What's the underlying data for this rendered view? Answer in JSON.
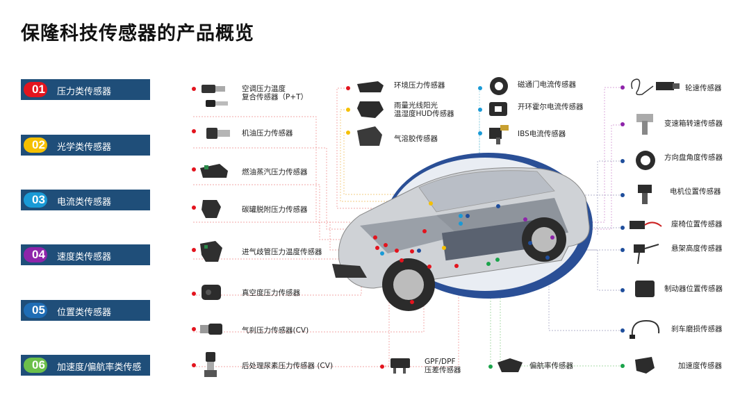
{
  "title": "保隆科技传感器的产品概览",
  "colors": {
    "red": "#e3141e",
    "yellow": "#f5c000",
    "blue": "#1a9ad6",
    "purple": "#8e24aa",
    "darkblue": "#1f4e9c",
    "green": "#1aa34a",
    "cat_bg": "#1f4e79"
  },
  "categories": [
    {
      "num": "01",
      "label": "压力类传感器",
      "color": "#e3141e"
    },
    {
      "num": "02",
      "label": "光学类传感器",
      "color": "#f5c000"
    },
    {
      "num": "03",
      "label": "电流类传感器",
      "color": "#1a9ad6"
    },
    {
      "num": "04",
      "label": "速度类传感器",
      "color": "#8e24aa"
    },
    {
      "num": "05",
      "label": "位置类传感器",
      "color": "#1f6db5"
    },
    {
      "num": "06",
      "label": "加速度/偏航率类传感器",
      "color": "#6cc04a"
    }
  ],
  "left_items": [
    {
      "line1": "空调压力温度",
      "line2": "复合传感器（P+T）",
      "icon": "ac-pressure-temp-sensor-icon"
    },
    {
      "line1": "机油压力传感器",
      "line2": "",
      "icon": "oil-pressure-sensor-icon"
    },
    {
      "line1": "燃油蒸汽压力传感器",
      "line2": "",
      "icon": "fuel-vapor-sensor-icon"
    },
    {
      "line1": "碳罐脱附压力传感器",
      "line2": "",
      "icon": "canister-sensor-icon"
    },
    {
      "line1": "进气歧管压力温度传感器",
      "line2": "",
      "icon": "intake-manifold-sensor-icon"
    },
    {
      "line1": "真空度压力传感器",
      "line2": "",
      "icon": "vacuum-sensor-icon"
    },
    {
      "line1": "气刹压力传感器(CV)",
      "line2": "",
      "icon": "air-brake-sensor-icon"
    },
    {
      "line1": "后处理尿素压力传感器 (CV)",
      "line2": "",
      "icon": "urea-sensor-icon"
    }
  ],
  "top_mid_items": [
    {
      "line1": "环境压力传感器",
      "line2": "",
      "icon": "ambient-pressure-sensor-icon"
    },
    {
      "line1": "雨量光线阳光",
      "line2": "温湿度HUD传感器",
      "icon": "rain-light-sensor-icon"
    },
    {
      "line1": "气溶胶传感器",
      "line2": "",
      "icon": "aerosol-sensor-icon"
    }
  ],
  "top_right_items": [
    {
      "line1": "磁通门电流传感器",
      "icon": "fluxgate-sensor-icon"
    },
    {
      "line1": "开环霍尔电流传感器",
      "icon": "hall-current-sensor-icon"
    },
    {
      "line1": "IBS电流传感器",
      "icon": "ibs-sensor-icon"
    }
  ],
  "right_items": [
    {
      "label": "轮速传感器",
      "icon": "wheel-speed-sensor-icon"
    },
    {
      "label": "变速箱转速传感器",
      "icon": "gearbox-speed-sensor-icon"
    },
    {
      "label": "方向盘角度传感器",
      "icon": "steering-angle-sensor-icon"
    },
    {
      "label": "电机位置传感器",
      "icon": "motor-position-sensor-icon"
    },
    {
      "label": "座椅位置传感器",
      "icon": "seat-position-sensor-icon"
    },
    {
      "label": "悬架高度传感器",
      "icon": "suspension-height-sensor-icon"
    },
    {
      "label": "制动器位置传感器",
      "icon": "brake-position-sensor-icon"
    },
    {
      "label": "刹车磨损传感器",
      "icon": "brake-wear-sensor-icon"
    },
    {
      "label": "加速度传感器",
      "icon": "accelerometer-sensor-icon"
    }
  ],
  "bottom_items": [
    {
      "line1": "GPF/DPF",
      "line2": "压差传感器",
      "icon": "gpf-dpf-sensor-icon"
    },
    {
      "line1": "偏航率传感器",
      "line2": "",
      "icon": "yaw-rate-sensor-icon"
    }
  ]
}
